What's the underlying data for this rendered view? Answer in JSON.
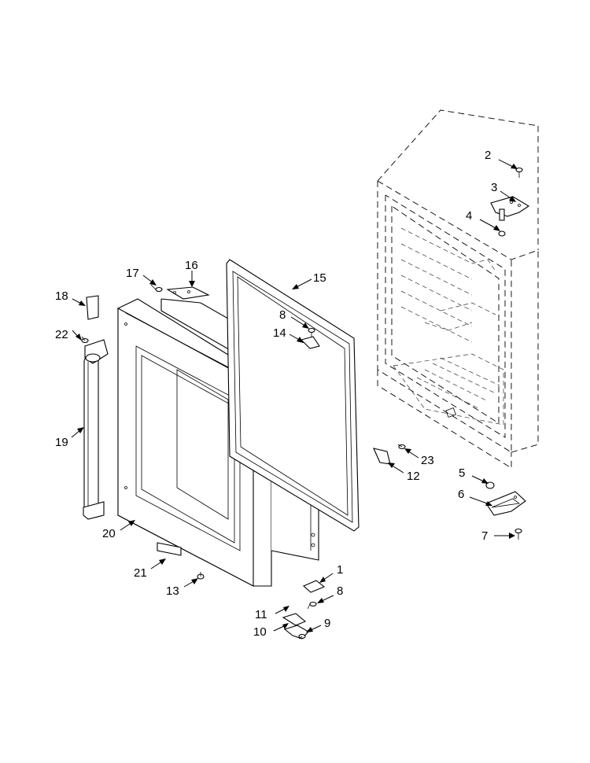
{
  "callouts": [
    {
      "id": "c1",
      "label": "1"
    },
    {
      "id": "c2",
      "label": "2"
    },
    {
      "id": "c3",
      "label": "3"
    },
    {
      "id": "c4",
      "label": "4"
    },
    {
      "id": "c5",
      "label": "5"
    },
    {
      "id": "c6",
      "label": "6"
    },
    {
      "id": "c7",
      "label": "7"
    },
    {
      "id": "c8a",
      "label": "8"
    },
    {
      "id": "c8b",
      "label": "8"
    },
    {
      "id": "c9",
      "label": "9"
    },
    {
      "id": "c10",
      "label": "10"
    },
    {
      "id": "c11",
      "label": "11"
    },
    {
      "id": "c12",
      "label": "12"
    },
    {
      "id": "c13",
      "label": "13"
    },
    {
      "id": "c14",
      "label": "14"
    },
    {
      "id": "c15",
      "label": "15"
    },
    {
      "id": "c16",
      "label": "16"
    },
    {
      "id": "c17",
      "label": "17"
    },
    {
      "id": "c18",
      "label": "18"
    },
    {
      "id": "c19",
      "label": "19"
    },
    {
      "id": "c20",
      "label": "20"
    },
    {
      "id": "c21",
      "label": "21"
    },
    {
      "id": "c22",
      "label": "22"
    },
    {
      "id": "c23",
      "label": "23"
    }
  ]
}
